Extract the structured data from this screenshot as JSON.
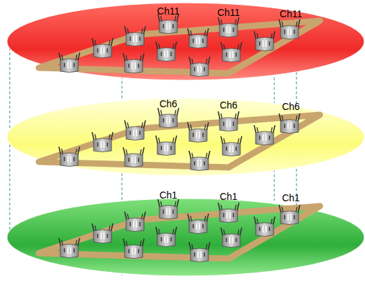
{
  "diagram": {
    "labels": [
      "Ch11",
      "Ch11",
      "Ch11",
      "Ch6",
      "Ch6",
      "Ch6",
      "Ch1",
      "Ch1",
      "Ch1"
    ]
  }
}
